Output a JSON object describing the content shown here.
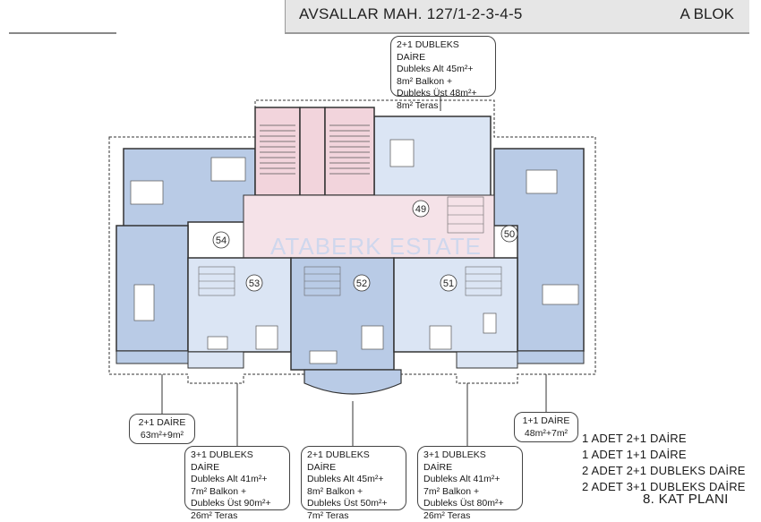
{
  "header": {
    "address": "AVSALLAR MAH. 127/1-2-3-4-5",
    "block": "A BLOK"
  },
  "watermark": "ATABERK ESTATE",
  "units": {
    "u49": "49",
    "u50": "50",
    "u51": "51",
    "u52": "52",
    "u53": "53",
    "u54": "54"
  },
  "boxes": {
    "top": [
      "2+1 DUBLEKS DAİRE",
      "Dubleks Alt 45m²+",
      "8m² Balkon +",
      "Dubleks Üst 48m²+",
      "8m² Teras"
    ],
    "left": [
      "2+1 DAİRE",
      "63m²+9m²"
    ],
    "right": [
      "1+1 DAİRE",
      "48m²+7m²"
    ],
    "bottom_left": [
      "3+1 DUBLEKS DAİRE",
      "Dubleks Alt 41m²+",
      "7m² Balkon +",
      "Dubleks Üst 90m²+",
      "26m² Teras"
    ],
    "bottom_mid": [
      "2+1 DUBLEKS DAİRE",
      "Dubleks Alt 45m²+",
      "8m² Balkon +",
      "Dubleks Üst 50m²+",
      "7m² Teras"
    ],
    "bottom_right": [
      "3+1 DUBLEKS DAİRE",
      "Dubleks Alt 41m²+",
      "7m² Balkon +",
      "Dubleks Üst 80m²+",
      "26m² Teras"
    ]
  },
  "summary": [
    "1 ADET 2+1 DAİRE",
    "1 ADET 1+1 DAİRE",
    "2 ADET 2+1 DUBLEKS DAİRE",
    "2 ADET 3+1 DUBLEKS DAİRE"
  ],
  "plan_title": "8. KAT PLANI",
  "colors": {
    "unit_blue": "#b9cbe6",
    "core_pink": "#f2d4dc",
    "wall": "#333333"
  }
}
